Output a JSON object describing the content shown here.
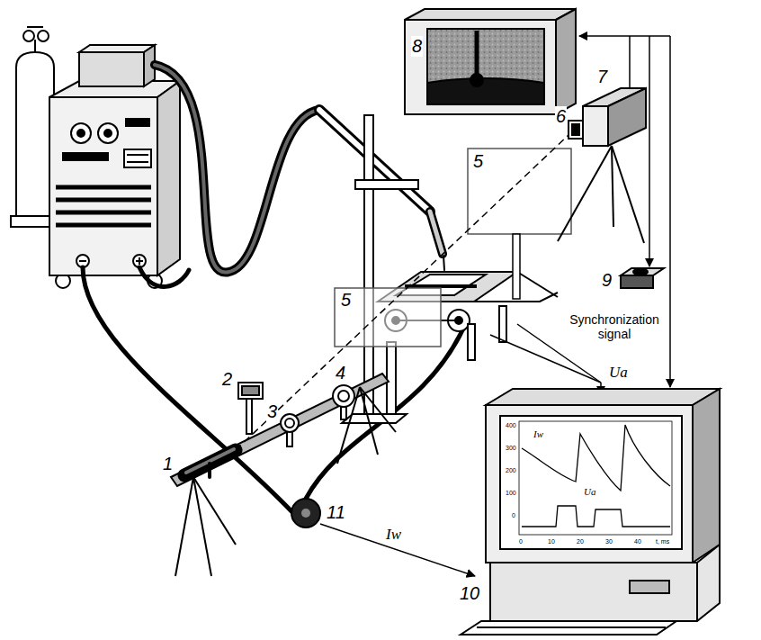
{
  "diagram": {
    "labels": [
      "8",
      "7",
      "6",
      "5",
      "5",
      "9",
      "Synchronization signal",
      "Ua",
      "4",
      "3",
      "2",
      "1",
      "11",
      "Iw",
      "10",
      "Iw",
      "Ua",
      "400",
      "300",
      "200",
      "100",
      "0",
      "0",
      "10",
      "20",
      "30",
      "40",
      "t, ms"
    ]
  }
}
